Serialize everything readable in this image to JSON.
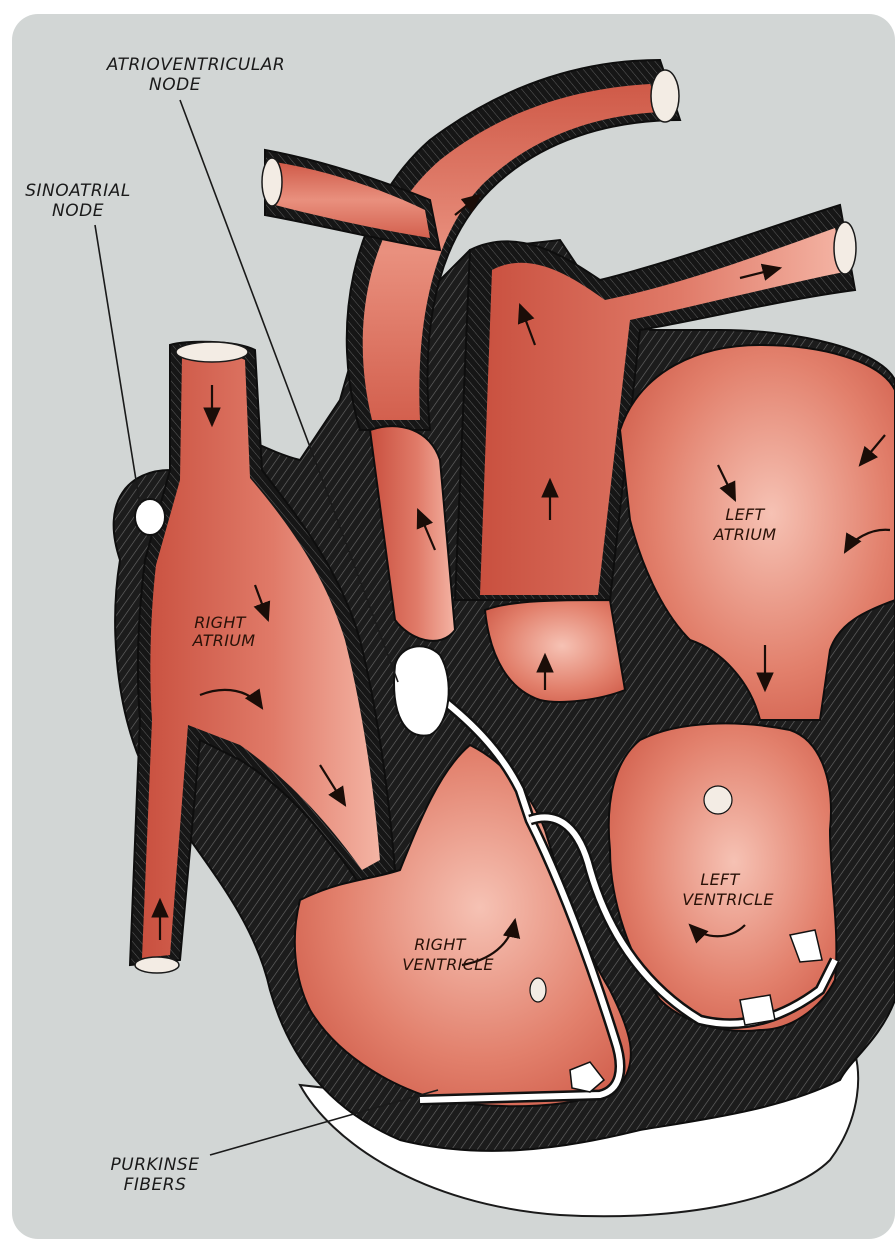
{
  "labels": {
    "av_node": [
      "ATRIOVENTRICULAR",
      "NODE"
    ],
    "sa_node": [
      "SINOATRIAL",
      "NODE"
    ],
    "right_atrium": [
      "RIGHT",
      "ATRIUM"
    ],
    "left_atrium": [
      "LEFT",
      "ATRIUM"
    ],
    "right_ventricle": [
      "RIGHT",
      "VENTRICLE"
    ],
    "left_ventricle": [
      "LEFT",
      "VENTRICLE"
    ],
    "purkinje": [
      "PURKINSE",
      "FIBERS"
    ]
  },
  "colors": {
    "background": "#d2d6d5",
    "flesh": "#d9685a",
    "flesh_light": "#f2aa98",
    "wall": "#141414",
    "node": "#ffffff"
  }
}
